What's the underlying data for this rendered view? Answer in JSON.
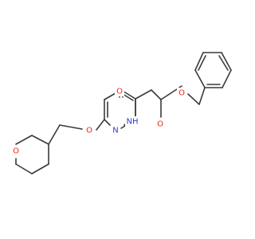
{
  "molecule": {
    "atom_labels": {
      "o_ring": "O",
      "o_ether": "O",
      "n_pyridine": "N",
      "o_amide": "O",
      "nh": "NH",
      "o_ester_carbonyl": "O",
      "o_ester": "O"
    }
  },
  "colors": {
    "bond": "#3a3a3a",
    "oxygen": "#e8261a",
    "nitrogen": "#2a3bd6",
    "background": "#ffffff"
  }
}
